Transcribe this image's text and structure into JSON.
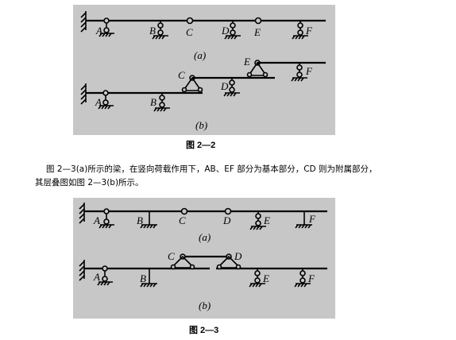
{
  "figure_1": {
    "sub_a": "(a)",
    "sub_b": "(b)",
    "caption": "图 2—2",
    "labels_a": [
      "A",
      "B",
      "C",
      "D",
      "E",
      "F"
    ],
    "labels_b": [
      "A",
      "B",
      "C",
      "D",
      "E",
      "F"
    ]
  },
  "paragraph": {
    "line1": "图 2—3(a)所示的梁，在竖向荷载作用下，AB、EF 部分为基本部分，CD 则为附属部分，",
    "line2": "其层叠图如图 2—3(b)所示。"
  },
  "figure_2": {
    "sub_a": "(a)",
    "sub_b": "(b)",
    "caption": "图 2—3",
    "labels_a": [
      "A",
      "B",
      "C",
      "D",
      "E",
      "F"
    ],
    "labels_b": [
      "A",
      "B",
      "C",
      "D",
      "E",
      "F"
    ]
  }
}
